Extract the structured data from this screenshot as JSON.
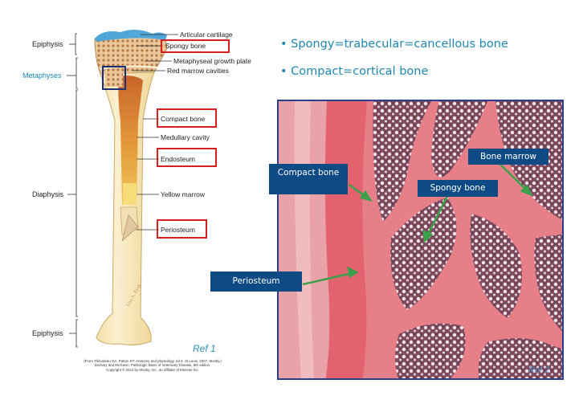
{
  "bone_diagram": {
    "labels_right": {
      "articular_cartilage": "Articular cartilage",
      "spongy_bone": "Spongy bone",
      "metaphyseal_growth_plate": "Metaphyseal growth plate",
      "red_marrow_cavities": "Red marrow cavities",
      "compact_bone": "Compact bone",
      "medullary_cavity": "Medullary cavity",
      "endosteum": "Endosteum",
      "yellow_marrow": "Yellow marrow",
      "periosteum": "Periosteum"
    },
    "labels_left": {
      "epiphysis_top": "Epiphysis",
      "metaphyses": "Metaphyses",
      "diaphysis": "Diaphysis",
      "epiphysis_bottom": "Epiphysis"
    },
    "ref": "Ref 1",
    "credit": [
      "(From Thibodeau GA, Patton KT: Anatomy and physiology, ed 6. St Louis, 2007, Mosby.)",
      "Zachary and McGavin: Pathologic Basis of Veterinary Disease, 5th edition.",
      "Copyright © 2012 by Mosby, Inc., an affiliate of Elsevier Inc."
    ],
    "highlighted_labels": [
      "Spongy bone",
      "Compact bone",
      "Endosteum",
      "Periosteum"
    ]
  },
  "bullets": [
    "Spongy=trabecular=cancellous bone",
    "Compact=cortical bone"
  ],
  "histology": {
    "callouts": {
      "compact_bone": "Compact bone",
      "spongy_bone": "Spongy bone",
      "bone_marrow": "Bone marrow",
      "periosteum": "Periosteum"
    },
    "ref": "Ref 2"
  },
  "colors": {
    "accent_blue": "#1f88b0",
    "callout_navy": "#0e4a83",
    "highlight_red": "#d42020",
    "arrow_green": "#3aa14a",
    "frame_navy": "#2b3e8c"
  }
}
